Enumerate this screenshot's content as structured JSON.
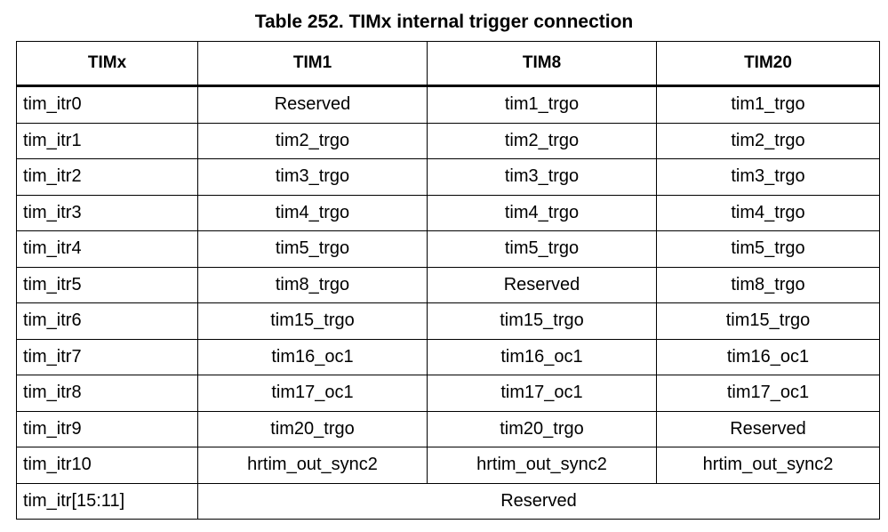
{
  "caption": "Table 252. TIMx internal trigger connection",
  "table": {
    "headers": [
      "TIMx",
      "TIM1",
      "TIM8",
      "TIM20"
    ],
    "rows": [
      [
        "tim_itr0",
        "Reserved",
        "tim1_trgo",
        "tim1_trgo"
      ],
      [
        "tim_itr1",
        "tim2_trgo",
        "tim2_trgo",
        "tim2_trgo"
      ],
      [
        "tim_itr2",
        "tim3_trgo",
        "tim3_trgo",
        "tim3_trgo"
      ],
      [
        "tim_itr3",
        "tim4_trgo",
        "tim4_trgo",
        "tim4_trgo"
      ],
      [
        "tim_itr4",
        "tim5_trgo",
        "tim5_trgo",
        "tim5_trgo"
      ],
      [
        "tim_itr5",
        "tim8_trgo",
        "Reserved",
        "tim8_trgo"
      ],
      [
        "tim_itr6",
        "tim15_trgo",
        "tim15_trgo",
        "tim15_trgo"
      ],
      [
        "tim_itr7",
        "tim16_oc1",
        "tim16_oc1",
        "tim16_oc1"
      ],
      [
        "tim_itr8",
        "tim17_oc1",
        "tim17_oc1",
        "tim17_oc1"
      ],
      [
        "tim_itr9",
        "tim20_trgo",
        "tim20_trgo",
        "Reserved"
      ],
      [
        "tim_itr10",
        "hrtim_out_sync2",
        "hrtim_out_sync2",
        "hrtim_out_sync2"
      ]
    ],
    "last_row": {
      "label": "tim_itr[15:11]",
      "value": "Reserved"
    }
  }
}
